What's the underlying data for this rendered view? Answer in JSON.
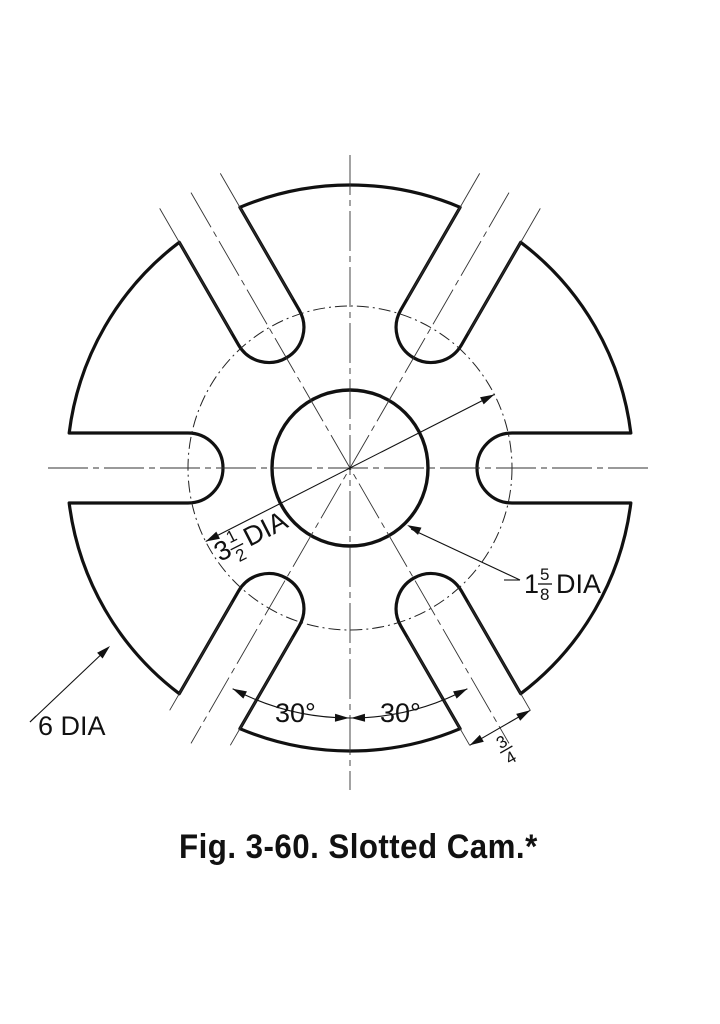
{
  "caption": "Fig. 3-60. Slotted Cam.*",
  "dimensions": {
    "outer_diameter": "6 DIA",
    "pitch_circle": {
      "whole": "3",
      "numerator": "1",
      "denominator": "2",
      "unit": "DIA"
    },
    "hub": {
      "whole": "1",
      "numerator": "5",
      "denominator": "8",
      "unit": "DIA"
    },
    "angle_left": "30°",
    "angle_right": "30°",
    "slot_width": {
      "numerator": "3",
      "denominator": "4"
    }
  },
  "colors": {
    "line": "#111111",
    "background": "#ffffff"
  }
}
